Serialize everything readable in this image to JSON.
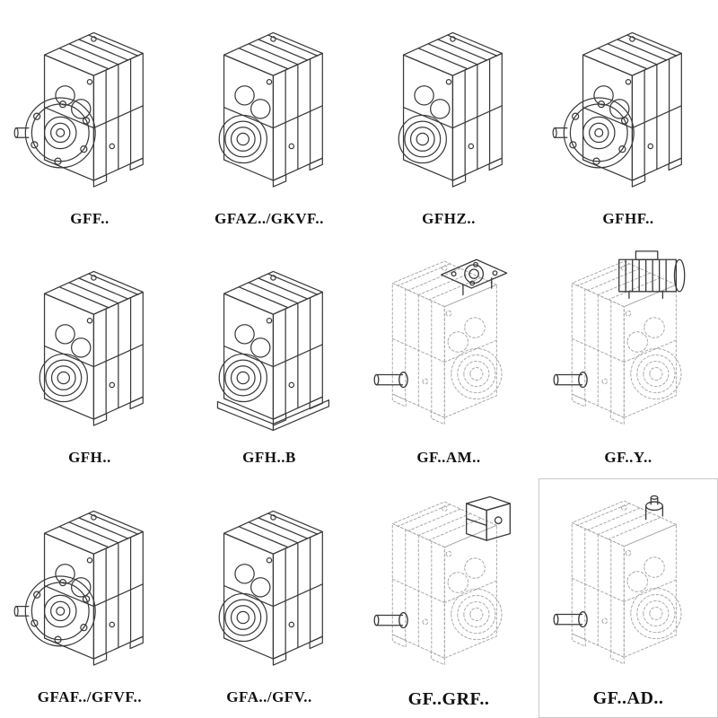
{
  "colors": {
    "line": "#3a3a3a",
    "ghost": "#a9a9a9",
    "label": "#111111",
    "background": "#ffffff",
    "cellBorder": "#c9c9c9"
  },
  "grid": {
    "cells": [
      {
        "label": "GFF..",
        "drawing": "flange-mounted-gearbox"
      },
      {
        "label": "GFAZ../GKVF..",
        "drawing": "hollow-shaft-gearbox"
      },
      {
        "label": "GFHZ..",
        "drawing": "hollow-shaft-gearbox"
      },
      {
        "label": "GFHF..",
        "drawing": "flange-mounted-gearbox"
      },
      {
        "label": "GFH..",
        "drawing": "foot-mounted-gearbox"
      },
      {
        "label": "GFH..B",
        "drawing": "foot-mounted-gearbox-with-base"
      },
      {
        "label": "GF..AM..",
        "drawing": "gearbox-with-motor-adapter-flange"
      },
      {
        "label": "GF..Y..",
        "drawing": "gearbox-with-mounted-motor"
      },
      {
        "label": "GFAF../GFVF..",
        "drawing": "flange-mounted-gearbox"
      },
      {
        "label": "GFA../GFV..",
        "drawing": "hollow-shaft-gearbox"
      },
      {
        "label": "GF..GRF..",
        "drawing": "gearbox-with-input-housing"
      },
      {
        "label": "GF..AD..",
        "drawing": "gearbox-with-input-shaft-adapter"
      }
    ]
  }
}
